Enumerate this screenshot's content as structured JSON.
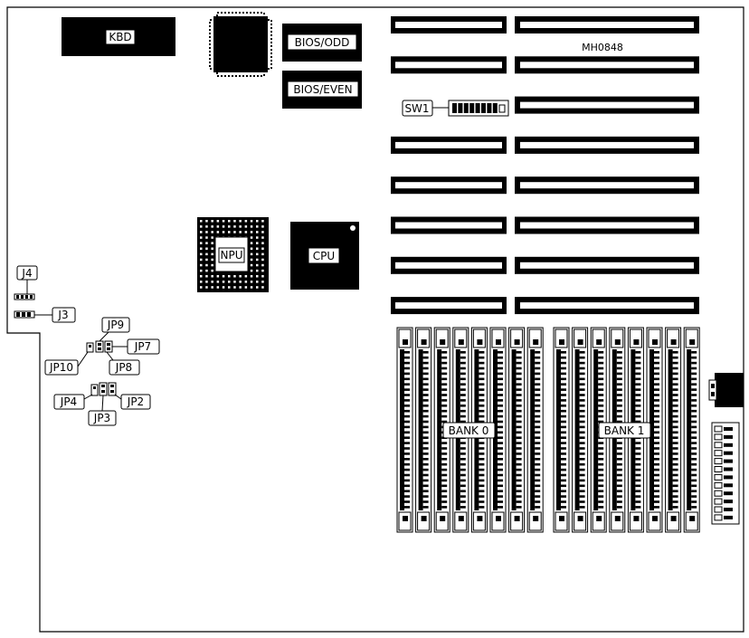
{
  "diagram": {
    "model_code": "MH0848",
    "labels": {
      "kbd": "KBD",
      "bios_odd": "BIOS/ODD",
      "bios_even": "BIOS/EVEN",
      "sw1": "SW1",
      "npu": "NPU",
      "cpu": "CPU",
      "j4": "J4",
      "j3": "J3",
      "jp9": "JP9",
      "jp7": "JP7",
      "jp10": "JP10",
      "jp8": "JP8",
      "jp4": "JP4",
      "jp2": "JP2",
      "jp3": "JP3",
      "bank0": "BANK 0",
      "bank1": "BANK 1"
    },
    "expansion_slot_rows": 8,
    "simm_sockets_per_bank": 8,
    "colors": {
      "ink": "#000000",
      "paper": "#ffffff"
    }
  }
}
